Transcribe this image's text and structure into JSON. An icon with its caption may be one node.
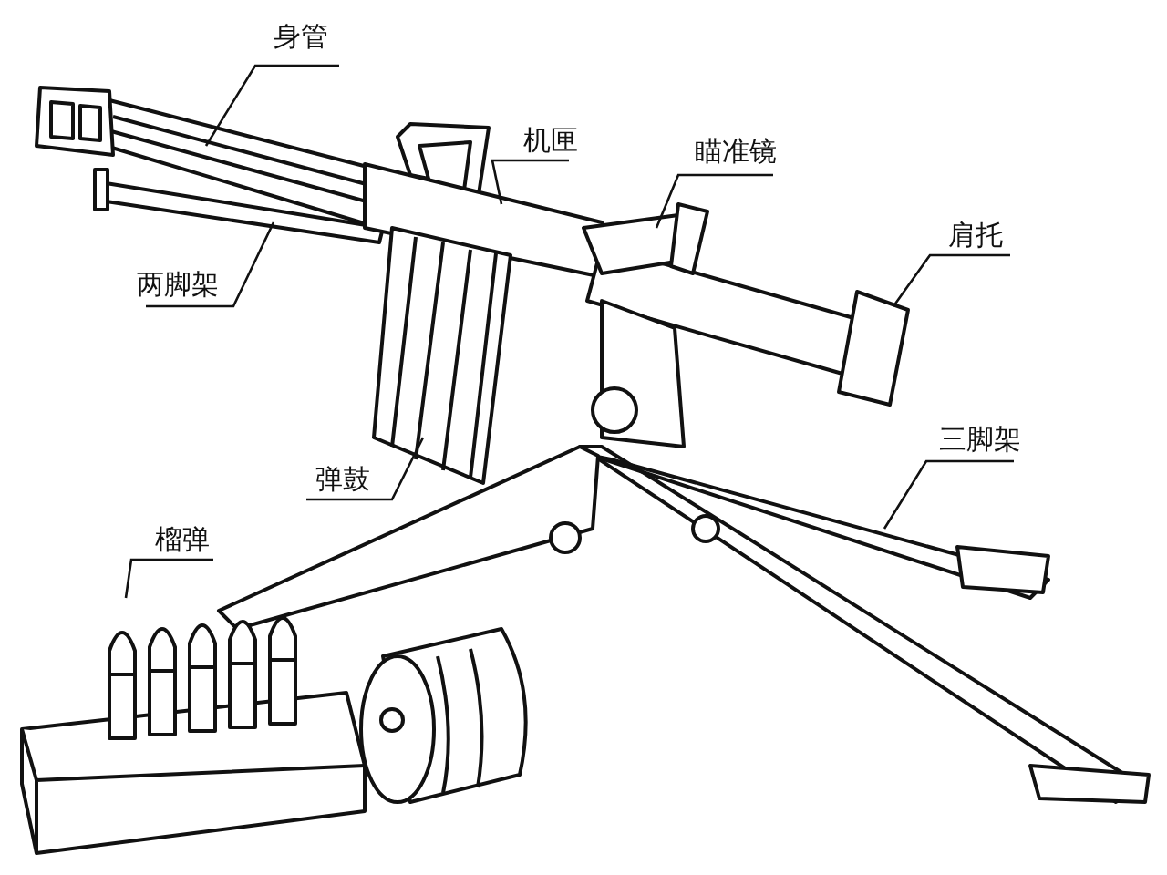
{
  "diagram": {
    "nodes": [
      {
        "text": [
          "身管"
        ]
      },
      {
        "text": [
          "机匣"
        ]
      },
      {
        "text": [
          "瞄准镜"
        ]
      },
      {
        "text": [
          "肩托"
        ]
      },
      {
        "text": [
          "两脚架"
        ]
      },
      {
        "text": [
          "弹鼓"
        ]
      },
      {
        "text": [
          "三脚架"
        ]
      },
      {
        "text": [
          "榴弹"
        ]
      }
    ],
    "edges": [
      {
        "from": 0,
        "to": null,
        "arrow": "none"
      },
      {
        "from": 1,
        "to": null,
        "arrow": "none"
      },
      {
        "from": 2,
        "to": null,
        "arrow": "none"
      },
      {
        "from": 3,
        "to": null,
        "arrow": "none"
      },
      {
        "from": 4,
        "to": null,
        "arrow": "none"
      },
      {
        "from": 5,
        "to": null,
        "arrow": "none"
      },
      {
        "from": 6,
        "to": null,
        "arrow": "none"
      },
      {
        "from": 7,
        "to": null,
        "arrow": "none"
      }
    ]
  }
}
